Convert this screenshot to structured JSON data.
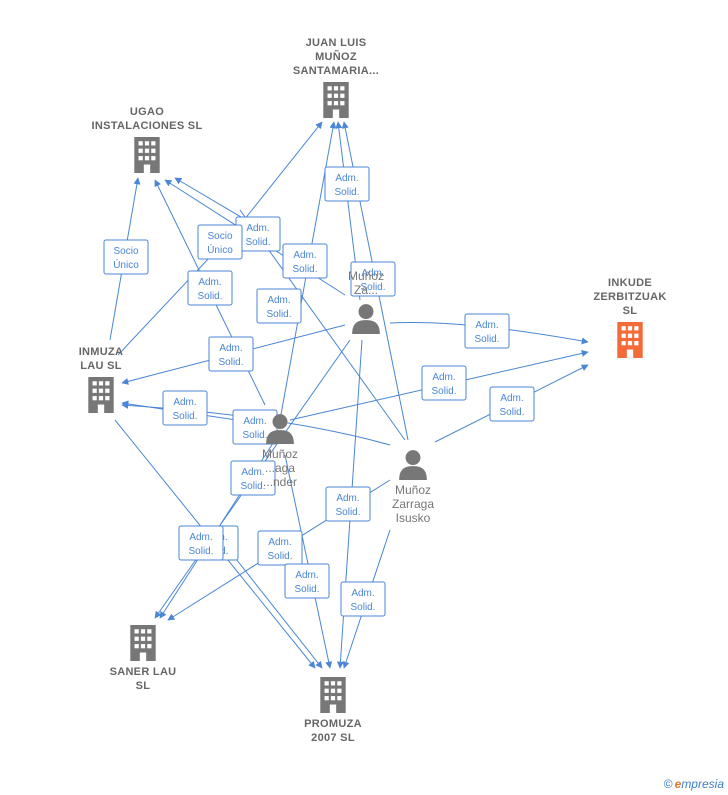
{
  "colors": {
    "edge": "#4a86d4",
    "company": "#777777",
    "focus_company": "#f26b38",
    "person": "#777777"
  },
  "nodes": [
    {
      "id": "juan_luis",
      "kind": "company",
      "lines": [
        "JUAN LUIS",
        "MUÑOZ",
        "SANTAMARIA..."
      ],
      "icon": "building-icon"
    },
    {
      "id": "ugao",
      "kind": "company",
      "lines": [
        "UGAO",
        "INSTALACIONES SL"
      ],
      "icon": "building-icon"
    },
    {
      "id": "inkude",
      "kind": "company",
      "focus": true,
      "lines": [
        "INKUDE",
        "ZERBITZUAK",
        "SL"
      ],
      "icon": "building-icon"
    },
    {
      "id": "inmuza",
      "kind": "company",
      "lines": [
        "INMUZA",
        "LAU  SL"
      ],
      "icon": "building-icon"
    },
    {
      "id": "saner",
      "kind": "company",
      "lines": [
        "SANER LAU",
        "SL"
      ],
      "icon": "building-icon"
    },
    {
      "id": "promuza",
      "kind": "company",
      "lines": [
        "PROMUZA",
        "2007 SL"
      ],
      "icon": "building-icon"
    },
    {
      "id": "p_top",
      "kind": "person",
      "lines": [
        "Muñoz",
        "Za..."
      ],
      "icon": "person-icon"
    },
    {
      "id": "p_mid",
      "kind": "person",
      "lines": [
        "Muñoz",
        "...aga",
        "...nder"
      ],
      "icon": "person-icon"
    },
    {
      "id": "p_isusko",
      "kind": "person",
      "lines": [
        "Muñoz",
        "Zarraga",
        "Isusko"
      ],
      "icon": "person-icon"
    }
  ],
  "edge_labels": [
    {
      "id": "e1",
      "lines": [
        "Adm.",
        "Solid."
      ]
    },
    {
      "id": "e2",
      "lines": [
        "Adm.",
        "Solid."
      ]
    },
    {
      "id": "e3",
      "lines": [
        "Adm.",
        "Solid."
      ]
    },
    {
      "id": "e4",
      "lines": [
        "Adm.",
        "Solid."
      ]
    },
    {
      "id": "e5",
      "lines": [
        "Socio",
        "Único"
      ]
    },
    {
      "id": "e6",
      "lines": [
        "Adm.",
        "Solid."
      ]
    },
    {
      "id": "e7",
      "lines": [
        "Socio",
        "Único"
      ]
    },
    {
      "id": "e8",
      "lines": [
        "Adm.",
        "Solid."
      ]
    },
    {
      "id": "e9",
      "lines": [
        "Adm.",
        "Solid."
      ]
    },
    {
      "id": "e10",
      "lines": [
        "Adm.",
        "Solid."
      ]
    },
    {
      "id": "e11",
      "lines": [
        "Adm.",
        "Solid."
      ]
    },
    {
      "id": "e12",
      "lines": [
        "Adm.",
        "Solid."
      ]
    },
    {
      "id": "e13",
      "lines": [
        "Adm.",
        "Solid."
      ]
    },
    {
      "id": "e14",
      "lines": [
        "Adm.",
        "Solid."
      ]
    },
    {
      "id": "e15",
      "lines": [
        "Adm.",
        "Solid."
      ]
    },
    {
      "id": "e16",
      "lines": [
        "Adm.",
        "Solid."
      ]
    },
    {
      "id": "e17",
      "lines": [
        "Adm.",
        "Solid."
      ]
    },
    {
      "id": "e18",
      "lines": [
        "Adm.",
        "Solid."
      ]
    },
    {
      "id": "e19",
      "lines": [
        "Adm.",
        "Solid."
      ]
    },
    {
      "id": "e20",
      "lines": [
        "Adm.",
        "Solid."
      ]
    },
    {
      "id": "e21",
      "lines": [
        "Adm.",
        "Solid."
      ]
    }
  ],
  "watermark": {
    "copyright": "©",
    "brand_e": "e",
    "brand_rest": "mpresia"
  }
}
